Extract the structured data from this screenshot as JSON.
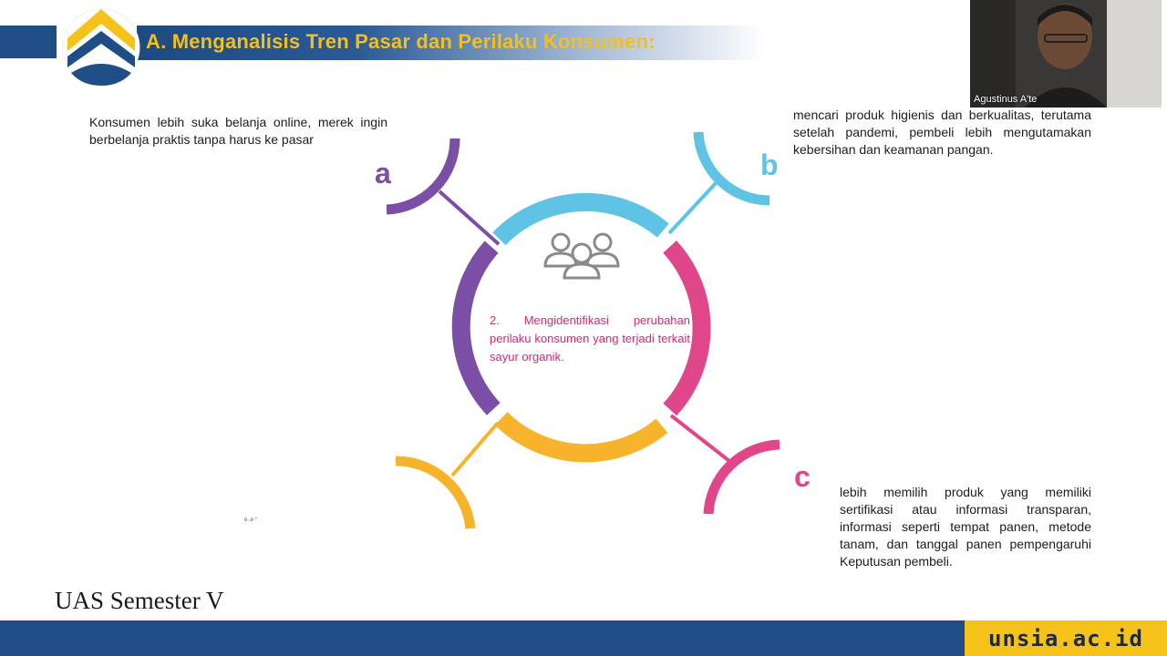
{
  "header": {
    "title": "A. Menganalisis Tren Pasar dan Perilaku Konsumen:"
  },
  "webcam": {
    "participant_name": "Agustinus A'te"
  },
  "content": {
    "point_a": "Konsumen lebih suka belanja online, merek ingin berbelanja praktis tanpa harus ke pasar",
    "point_b": "mencari produk higienis dan berkualitas, terutama setelah pandemi, pembeli lebih mengutamakan kebersihan dan keamanan pangan.",
    "point_c": "lebih memilih produk yang memiliki sertifikasi atau informasi transparan, informasi seperti tempat panen, metode tanam, dan tanggal panen pempengaruhi Keputusan pembeli.",
    "center_text": "2. Mengidentifikasi perubahan perilaku konsumen yang terjadi terkait sayur organik.",
    "small_caption": "è·‚è·“"
  },
  "labels": {
    "a": "a",
    "b": "b",
    "c": "c"
  },
  "footer": {
    "semester": "UAS Semester V",
    "brand": "unsia.ac.id"
  },
  "colors": {
    "navy": "#1f4e86",
    "gold": "#f5c21a",
    "purple": "#7b4fa5",
    "cyan": "#5ec3e4",
    "pink": "#e0468a",
    "orange": "#f6b32b"
  },
  "icons": {
    "center": "people-group-icon",
    "logo": "university-logo-icon"
  }
}
